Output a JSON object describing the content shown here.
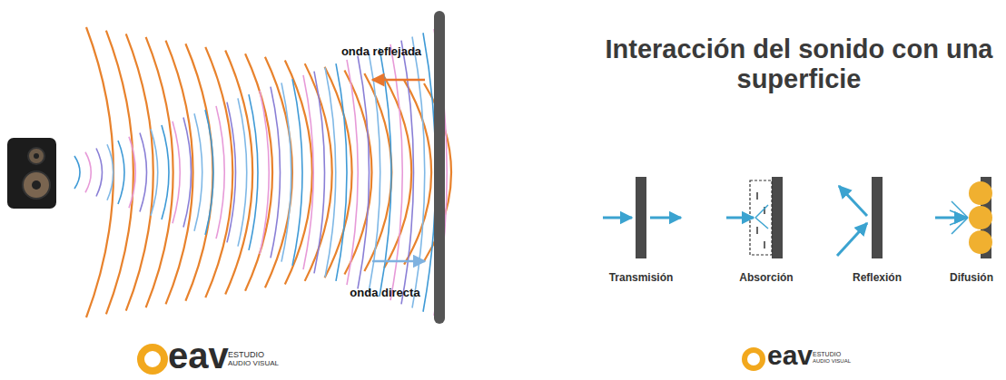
{
  "diagram": {
    "title": "Interacción del sonido con una superficie",
    "labels": [
      "onda reflejada",
      "onda directa",
      "Transmisión",
      "Absorción",
      "Reflexión",
      "Difusión",
      "eav",
      "ESTUDIO",
      "AUDIO VISUAL",
      "eav",
      "ESTUDIO",
      "AUDIO VISUAL"
    ]
  }
}
